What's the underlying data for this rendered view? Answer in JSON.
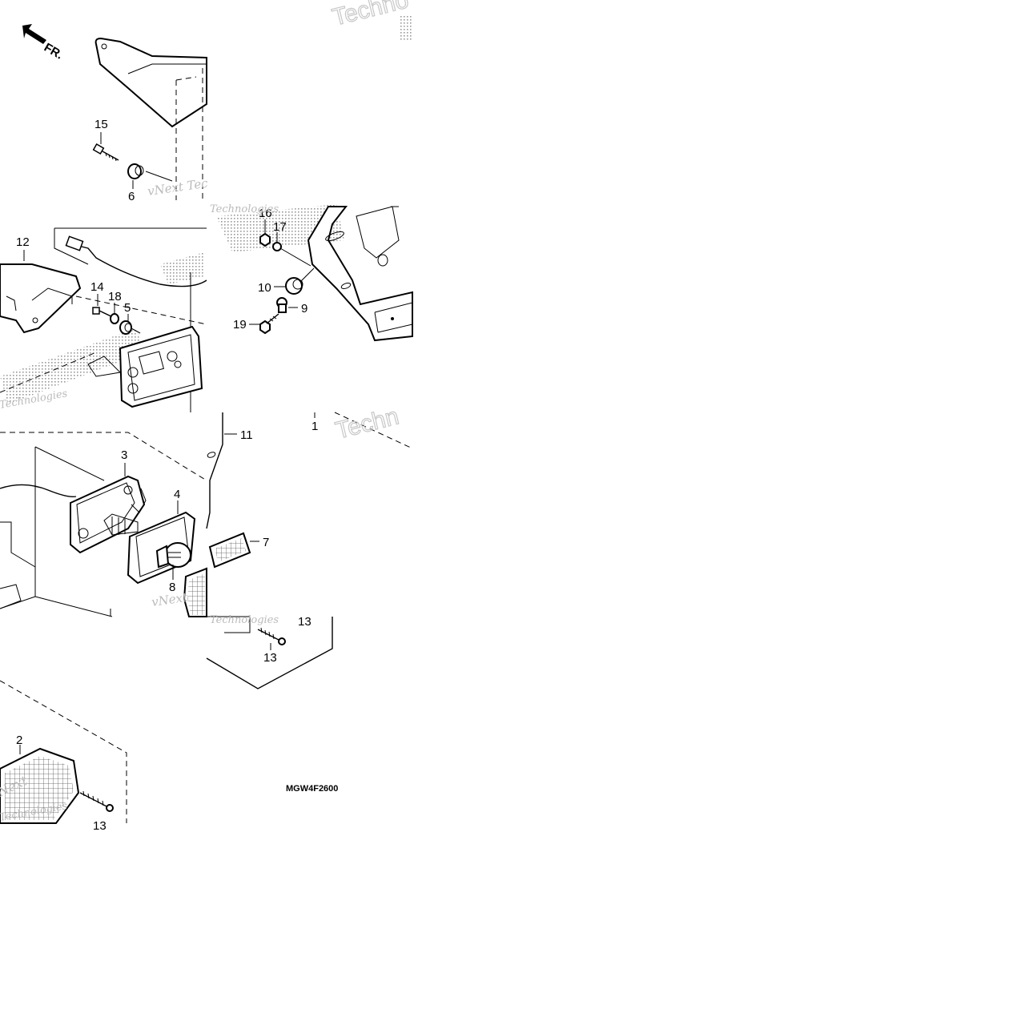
{
  "direction_marker": {
    "label": "FR.",
    "icon": "front-arrow-icon"
  },
  "callouts": {
    "c1": "1",
    "c2": "2",
    "c3": "3",
    "c4": "4",
    "c5": "5",
    "c6": "6",
    "c7": "7",
    "c8": "8",
    "c9": "9",
    "c10": "10",
    "c11": "11",
    "c12": "12",
    "c13a": "13",
    "c13b": "13",
    "c13c": "13",
    "c14": "14",
    "c15": "15",
    "c16": "16",
    "c17": "17",
    "c18": "18",
    "c19": "19"
  },
  "diagram_code": "MGW4F2600",
  "watermarks": {
    "w1": "Techno",
    "w2": "vNext Tec",
    "w3": "Technologies",
    "w4": "Technologies",
    "w5": "Techn",
    "w6": "vNext",
    "w7": "Technologies",
    "w8": "Next",
    "w9": "Technologies"
  },
  "colors": {
    "line": "#000000",
    "watermark": "#bbbbbb",
    "background": "#ffffff"
  }
}
